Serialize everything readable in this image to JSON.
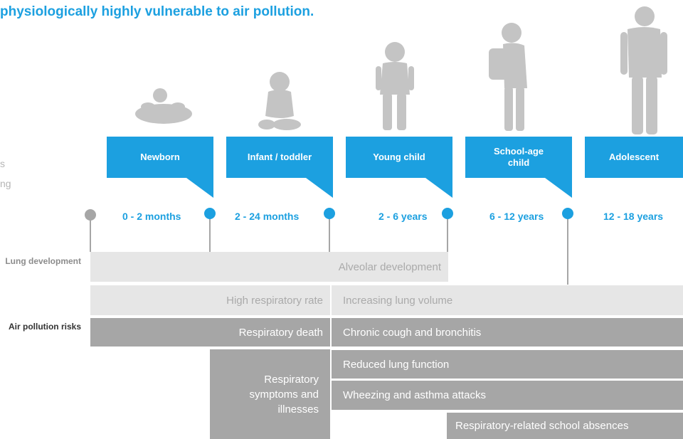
{
  "title": "physiologically highly vulnerable to air pollution.",
  "left_cut_text": [
    "s",
    "ng"
  ],
  "stages": [
    {
      "label": "Newborn",
      "age": "0 - 2 months"
    },
    {
      "label": "Infant / toddler",
      "age": "2 - 24 months"
    },
    {
      "label": "Young child",
      "age": "2 - 6 years"
    },
    {
      "label": "School-age child",
      "age": "6 - 12 years"
    },
    {
      "label": "Adolescent",
      "age": "12 - 18 years"
    }
  ],
  "row_labels": {
    "lung_development": "Lung development",
    "air_pollution_risks": "Air pollution risks"
  },
  "bars": {
    "alveolar": "Alveolar development",
    "high_rate": "High respiratory rate",
    "lung_volume": "Increasing lung volume",
    "resp_death": "Respiratory death",
    "cough": "Chronic cough and bronchitis",
    "resp_symptoms": "Respiratory symptoms and illnesses",
    "reduced_function": "Reduced lung function",
    "wheezing": "Wheezing and asthma attacks",
    "school_absences": "Respiratory-related school absences"
  },
  "colors": {
    "accent": "#1ca0e0",
    "dark_bar": "#a6a6a6",
    "light_bar": "#e6e6e6",
    "silhouette": "#c4c4c4"
  },
  "icons": [
    "newborn-silhouette-icon",
    "infant-silhouette-icon",
    "young-child-silhouette-icon",
    "school-child-silhouette-icon",
    "adolescent-silhouette-icon"
  ]
}
